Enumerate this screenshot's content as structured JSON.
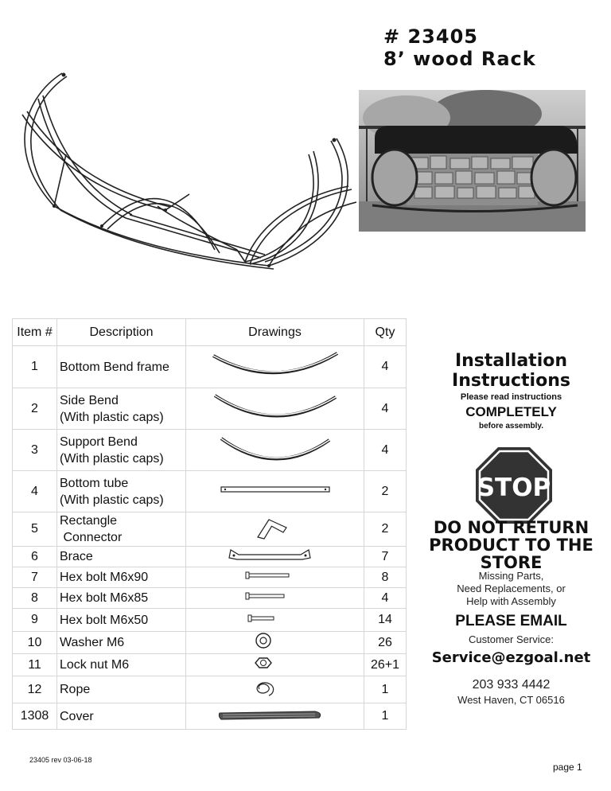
{
  "header": {
    "line1": "# 23405",
    "line2": "8’ wood Rack"
  },
  "table": {
    "headers": [
      "Item #",
      "Description",
      "Drawings",
      "Qty"
    ],
    "rows": [
      {
        "item": "1",
        "desc1": "Bottom Bend frame",
        "desc2": "",
        "qty": "4",
        "drawing": "bottom-bend-frame-icon"
      },
      {
        "item": "2",
        "desc1": "Side Bend",
        "desc2": "(With plastic caps)",
        "qty": "4",
        "drawing": "side-bend-icon"
      },
      {
        "item": "3",
        "desc1": "Support Bend",
        "desc2": "(With plastic caps)",
        "qty": "4",
        "drawing": "support-bend-icon"
      },
      {
        "item": "4",
        "desc1": "Bottom tube",
        "desc2": "(With plastic caps)",
        "qty": "2",
        "drawing": "bottom-tube-icon"
      },
      {
        "item": "5",
        "desc1": "Rectangle",
        "desc2": " Connector",
        "qty": "2",
        "drawing": "rectangle-connector-icon"
      },
      {
        "item": "6",
        "desc1": "Brace",
        "desc2": "",
        "qty": "7",
        "drawing": "brace-icon"
      },
      {
        "item": "7",
        "desc1": "Hex bolt M6x90",
        "desc2": "",
        "qty": "8",
        "drawing": "hex-bolt-long-icon"
      },
      {
        "item": "8",
        "desc1": "Hex bolt M6x85",
        "desc2": "",
        "qty": "4",
        "drawing": "hex-bolt-medium-icon"
      },
      {
        "item": "9",
        "desc1": "Hex bolt M6x50",
        "desc2": "",
        "qty": "14",
        "drawing": "hex-bolt-short-icon"
      },
      {
        "item": "10",
        "desc1": "Washer M6",
        "desc2": "",
        "qty": "26",
        "drawing": "washer-icon"
      },
      {
        "item": "11",
        "desc1": "Lock nut M6",
        "desc2": "",
        "qty": "26+1",
        "drawing": "lock-nut-icon"
      },
      {
        "item": "12",
        "desc1": "Rope",
        "desc2": "",
        "qty": "1",
        "drawing": "rope-icon"
      },
      {
        "item": "1308",
        "desc1": "Cover",
        "desc2": "",
        "qty": "1",
        "drawing": "cover-icon"
      }
    ]
  },
  "sidebar": {
    "install_title_1": "Installation",
    "install_title_2": "Instructions",
    "please_read": "Please read instructions",
    "completely": "COMPLETELY",
    "before": "before assembly.",
    "stop_sign": "STOP",
    "do_not_return_1": "DO NOT RETURN",
    "do_not_return_2": "PRODUCT TO THE",
    "do_not_return_3": "STORE",
    "missing_1": "Missing Parts,",
    "missing_2": "Need Replacements, or",
    "missing_3": "Help with Assembly",
    "please_email": "PLEASE EMAIL",
    "customer_service": "Customer Service:",
    "email": "Service@ezgoal.net",
    "phone": "203 933 4442",
    "city": "West Haven, CT 06516"
  },
  "footer": {
    "rev": "23405  rev 03-06-18",
    "page": "page 1"
  },
  "colors": {
    "stop_red": "#3a3a3a",
    "cover": "#1b1b1b"
  }
}
